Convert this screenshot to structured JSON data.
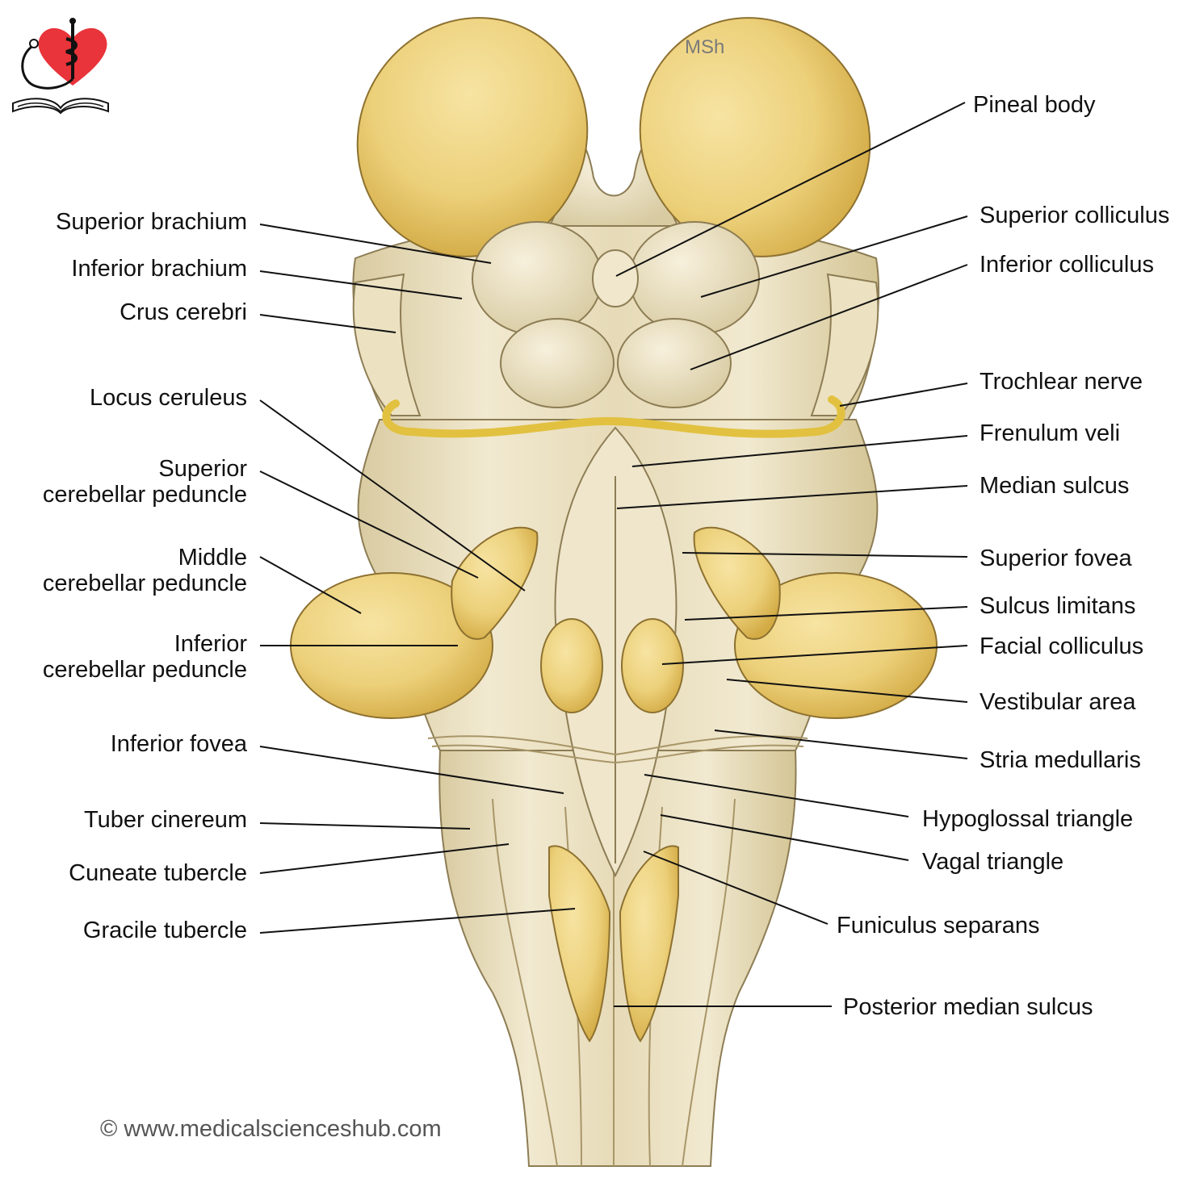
{
  "watermark": "MSh",
  "copyright": "© www.medicalscienceshub.com",
  "logo": {
    "icon": "heart-caduceus-stethoscope-book-logo",
    "colors": {
      "heart": "#e8343a",
      "ink": "#111111"
    }
  },
  "colors": {
    "tissue": "#ece3c6",
    "tissue_shadow": "#cdbf95",
    "cut_surface": "#ecd383",
    "cut_surface_dark": "#d6b14e",
    "nerve": "#e2c140",
    "leader_line": "#111111"
  },
  "labels_left": [
    {
      "id": "superior-brachium",
      "text": "Superior brachium"
    },
    {
      "id": "inferior-brachium",
      "text": "Inferior brachium"
    },
    {
      "id": "crus-cerebri",
      "text": "Crus cerebri"
    },
    {
      "id": "locus-ceruleus",
      "text": "Locus ceruleus"
    },
    {
      "id": "superior-cerebellar-peduncle",
      "text": "Superior\ncerebellar peduncle"
    },
    {
      "id": "middle-cerebellar-peduncle",
      "text": "Middle\ncerebellar peduncle"
    },
    {
      "id": "inferior-cerebellar-peduncle",
      "text": "Inferior\ncerebellar peduncle"
    },
    {
      "id": "inferior-fovea",
      "text": "Inferior fovea"
    },
    {
      "id": "tuber-cinereum",
      "text": "Tuber cinereum"
    },
    {
      "id": "cuneate-tubercle",
      "text": "Cuneate tubercle"
    },
    {
      "id": "gracile-tubercle",
      "text": "Gracile tubercle"
    }
  ],
  "labels_right": [
    {
      "id": "pineal-body",
      "text": "Pineal body"
    },
    {
      "id": "superior-colliculus",
      "text": "Superior colliculus"
    },
    {
      "id": "inferior-colliculus",
      "text": "Inferior colliculus"
    },
    {
      "id": "trochlear-nerve",
      "text": "Trochlear nerve"
    },
    {
      "id": "frenulum-veli",
      "text": "Frenulum veli"
    },
    {
      "id": "median-sulcus",
      "text": "Median sulcus"
    },
    {
      "id": "superior-fovea",
      "text": "Superior fovea"
    },
    {
      "id": "sulcus-limitans",
      "text": "Sulcus limitans"
    },
    {
      "id": "facial-colliculus",
      "text": "Facial colliculus"
    },
    {
      "id": "vestibular-area",
      "text": "Vestibular area"
    },
    {
      "id": "stria-medullaris",
      "text": "Stria medullaris"
    },
    {
      "id": "hypoglossal-triangle",
      "text": "Hypoglossal triangle"
    },
    {
      "id": "vagal-triangle",
      "text": "Vagal triangle"
    },
    {
      "id": "funiculus-separans",
      "text": "Funiculus separans"
    },
    {
      "id": "posterior-median-sulcus",
      "text": "Posterior median sulcus"
    }
  ]
}
